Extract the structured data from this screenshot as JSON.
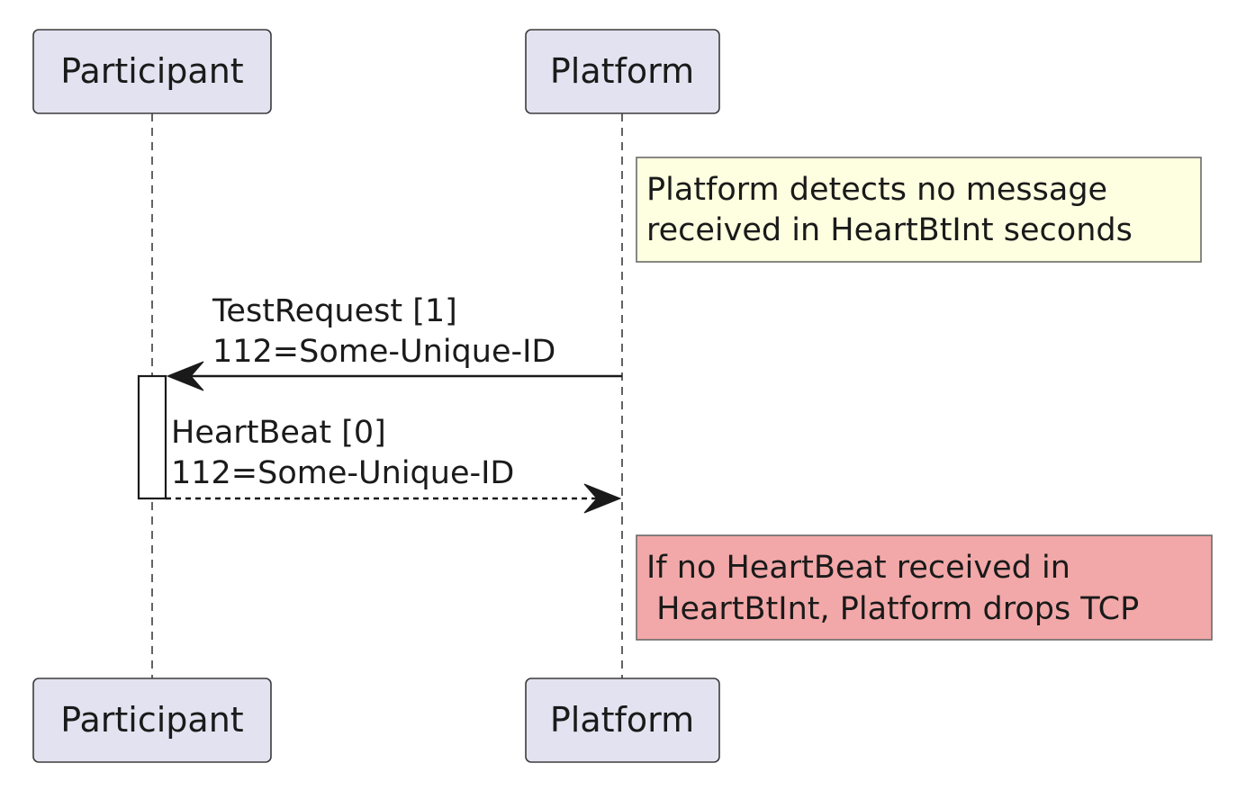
{
  "participants": {
    "participant": {
      "label": "Participant"
    },
    "platform": {
      "label": "Platform"
    }
  },
  "notes": {
    "detect": {
      "lines": [
        "Platform detects no message",
        "received in HeartBtInt seconds"
      ],
      "fill": "#fefee0"
    },
    "drop": {
      "lines": [
        "If no HeartBeat received in",
        " HeartBtInt, Platform drops TCP"
      ],
      "fill": "#f2a8a8"
    }
  },
  "messages": {
    "test_request": {
      "lines": [
        "TestRequest [1]",
        "112=Some-Unique-ID"
      ],
      "style": "solid"
    },
    "heartbeat": {
      "lines": [
        "HeartBeat [0]",
        "112=Some-Unique-ID"
      ],
      "style": "dashed"
    }
  }
}
